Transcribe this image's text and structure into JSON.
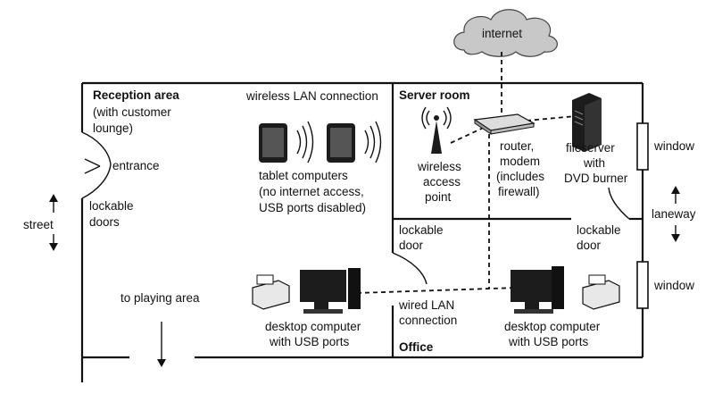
{
  "colors": {
    "ink": "#111111",
    "cloud": "#c8c8c8",
    "device": "#1c1c1c",
    "paper": "#ffffff"
  },
  "labels": {
    "internet": "internet",
    "reception_title": "Reception area",
    "reception_sub1": "(with customer",
    "reception_sub2": "lounge)",
    "wireless_lan": "wireless LAN connection",
    "entrance": "entrance",
    "lockable_doors_1": "lockable",
    "lockable_doors_2": "doors",
    "tablets_1": "tablet computers",
    "tablets_2": "(no internet access,",
    "tablets_3": "USB ports disabled)",
    "street": "street",
    "playing_area": "to playing area",
    "server_room": "Server room",
    "wap_1": "wireless",
    "wap_2": "access",
    "wap_3": "point",
    "router_1": "router,",
    "router_2": "modem",
    "router_3": "(includes",
    "router_4": "firewall)",
    "fileserver_1": "fileserver",
    "fileserver_2": "with",
    "fileserver_3": "DVD burner",
    "window_top": "window",
    "window_bottom": "window",
    "laneway": "laneway",
    "office_door_1": "lockable",
    "office_door_2": "door",
    "server_door_1": "lockable",
    "server_door_2": "door",
    "wired_lan_1": "wired LAN",
    "wired_lan_2": "connection",
    "office": "Office",
    "desktop_left_1": "desktop computer",
    "desktop_left_2": "with USB ports",
    "desktop_right_1": "desktop computer",
    "desktop_right_2": "with USB ports"
  },
  "icons": [
    "cloud-icon",
    "tablet-icon",
    "wifi-waves-icon",
    "antenna-icon",
    "router-icon",
    "server-tower-icon",
    "printer-icon",
    "desktop-computer-icon",
    "arrow-icon"
  ]
}
